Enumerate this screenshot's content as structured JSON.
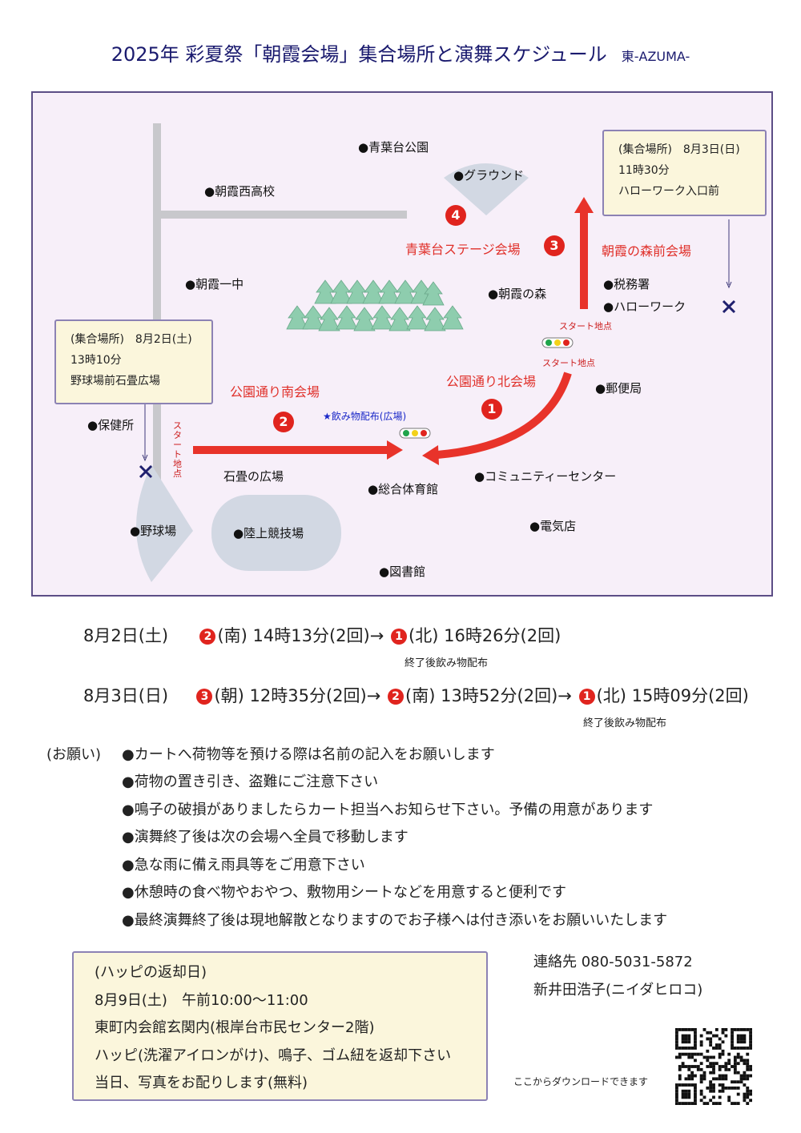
{
  "title": "2025年 彩夏祭「朝霞会場」集合場所と演舞スケジュール",
  "subtitle": "東-AZUMA-",
  "map": {
    "places": {
      "aobadai_park": "●青葉台公園",
      "ground": "●グラウンド",
      "asaka_nishi": "●朝霞西高校",
      "asaka_ichu": "●朝霞一中",
      "asaka_forest": "●朝霞の森",
      "tax_office": "●税務署",
      "hello_work": "●ハローワーク",
      "post_office": "●郵便局",
      "health_center": "●保健所",
      "stone_plaza": "石畳の広場",
      "gym": "●総合体育館",
      "community_center": "●コミュニティーセンター",
      "baseball": "●野球場",
      "stadium": "●陸上競技場",
      "electric_shop": "●電気店",
      "library": "●図書館"
    },
    "venues": {
      "aobadai_stage": "青葉台ステージ会場",
      "forest_front": "朝霞の森前会場",
      "north": "公園通り北会場",
      "south": "公園通り南会場"
    },
    "numbers": {
      "n1": "1",
      "n2": "2",
      "n3": "3",
      "n4": "4"
    },
    "start_label": "スタート地点",
    "drink_label": "★飲み物配布(広場)",
    "meeting_aug2": {
      "line1": "(集合場所)　8月2日(土)",
      "line2": "13時10分",
      "line3": "野球場前石畳広場"
    },
    "meeting_aug3": {
      "line1": "(集合場所)　8月3日(日)",
      "line2": "11時30分",
      "line3": "ハローワーク入口前"
    },
    "colors": {
      "route": "#e8332a",
      "road": "#c8c8cc",
      "tree": "#8ecdae",
      "field": "#d2d8e3",
      "frame": "#5c4e86"
    }
  },
  "schedule": {
    "day1": {
      "date": "8月2日(土)",
      "s1_num": "2",
      "s1_text": "(南) 14時13分(2回)→",
      "s2_num": "1",
      "s2_text": "(北) 16時26分(2回)",
      "note": "終了後飲み物配布"
    },
    "day2": {
      "date": "8月3日(日)",
      "s1_num": "3",
      "s1_text": "(朝) 12時35分(2回)→",
      "s2_num": "2",
      "s2_text": "(南) 13時52分(2回)→",
      "s3_num": "1",
      "s3_text": "(北) 15時09分(2回)",
      "note": "終了後飲み物配布"
    }
  },
  "requests": {
    "label": "(お願い)",
    "items": [
      "●カートへ荷物等を預ける際は名前の記入をお願いします",
      "●荷物の置き引き、盗難にご注意下さい",
      "●鳴子の破損がありましたらカート担当へお知らせ下さい。予備の用意があります",
      "●演舞終了後は次の会場へ全員で移動します",
      "●急な雨に備え雨具等をご用意下さい",
      "●休憩時の食べ物やおやつ、敷物用シートなどを用意すると便利です",
      "●最終演舞終了後は現地解散となりますのでお子様へは付き添いをお願いいたします"
    ]
  },
  "return_box": {
    "line1": "(ハッピの返却日)",
    "line2": "8月9日(土)　午前10:00～11:00",
    "line3": "東町内会館玄関内(根岸台市民センター2階)",
    "line4": "ハッピ(洗濯アイロンがけ)、鳴子、ゴム紐を返却下さい",
    "line5": "当日、写真をお配りします(無料)"
  },
  "contact": {
    "phone": "連絡先 080-5031-5872",
    "name": "新井田浩子(ニイダヒロコ)",
    "download": "ここからダウンロードできます"
  }
}
